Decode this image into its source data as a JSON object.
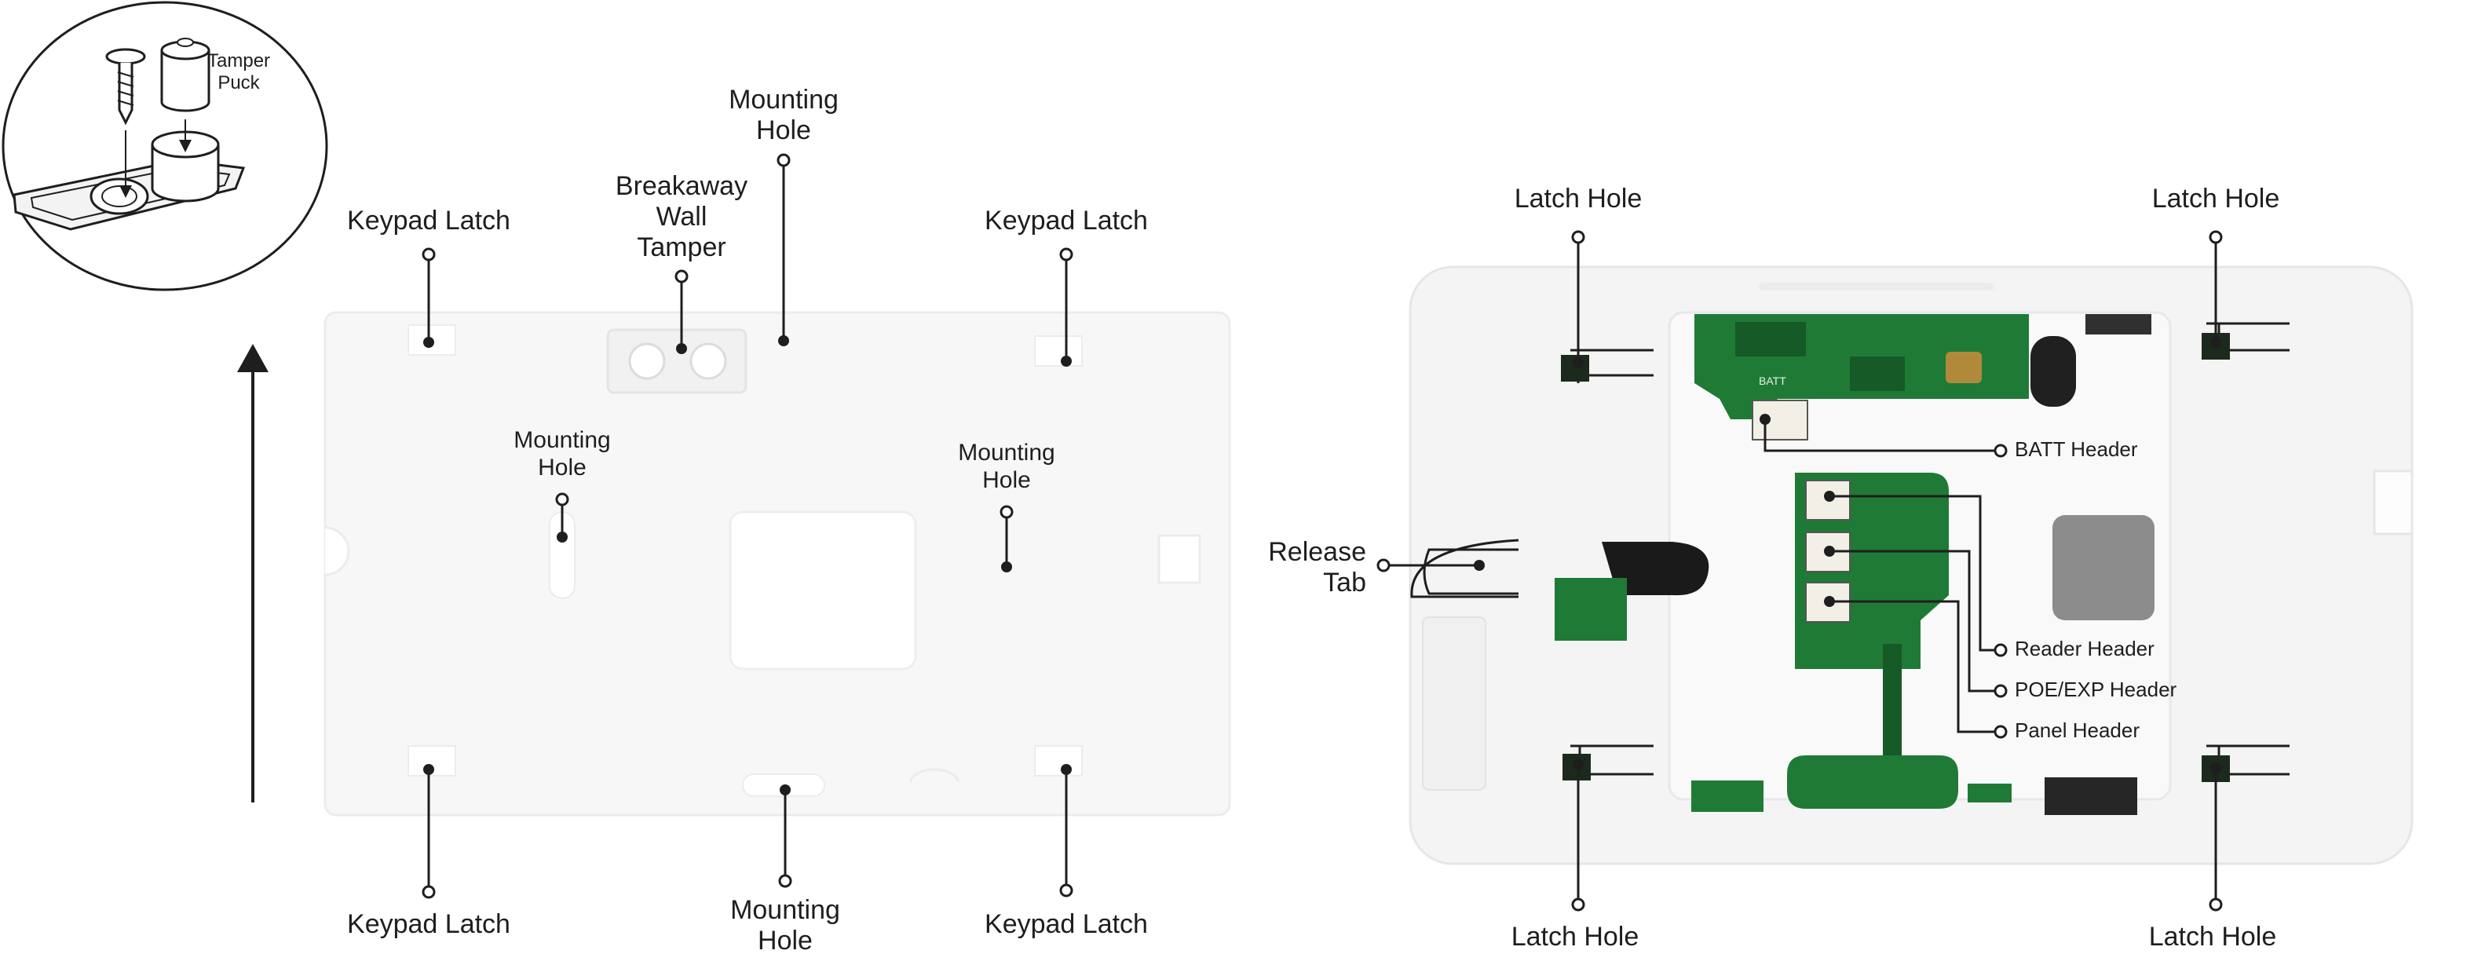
{
  "inset": {
    "tamper_puck_label": [
      "Tamper",
      "Puck"
    ]
  },
  "backplate": {
    "keypad_latch_tl": "Keypad Latch",
    "keypad_latch_tr": "Keypad Latch",
    "keypad_latch_bl": "Keypad Latch",
    "keypad_latch_br": "Keypad Latch",
    "breakaway_wall_tamper": [
      "Breakaway",
      "Wall",
      "Tamper"
    ],
    "mounting_hole_top": [
      "Mounting",
      "Hole"
    ],
    "mounting_hole_left": [
      "Mounting",
      "Hole"
    ],
    "mounting_hole_right": [
      "Mounting",
      "Hole"
    ],
    "mounting_hole_bottom": [
      "Mounting",
      "Hole"
    ]
  },
  "keypad": {
    "latch_hole_tl": "Latch Hole",
    "latch_hole_tr": "Latch Hole",
    "latch_hole_bl": "Latch Hole",
    "latch_hole_br": "Latch Hole",
    "release_tab": [
      "Release",
      "Tab"
    ],
    "batt_header": "BATT Header",
    "reader_header": "Reader Header",
    "poe_exp_header": "POE/EXP Header",
    "panel_header": "Panel Header",
    "batt_chip": "BATT"
  },
  "colors": {
    "line": "#1e1e1e",
    "pcb": "#1f7a36",
    "pcb_dark": "#155a27",
    "plate": "#f7f7f8",
    "plate_edge": "#ececee",
    "housing": "#f4f4f5",
    "connector": "#f2efe6"
  }
}
